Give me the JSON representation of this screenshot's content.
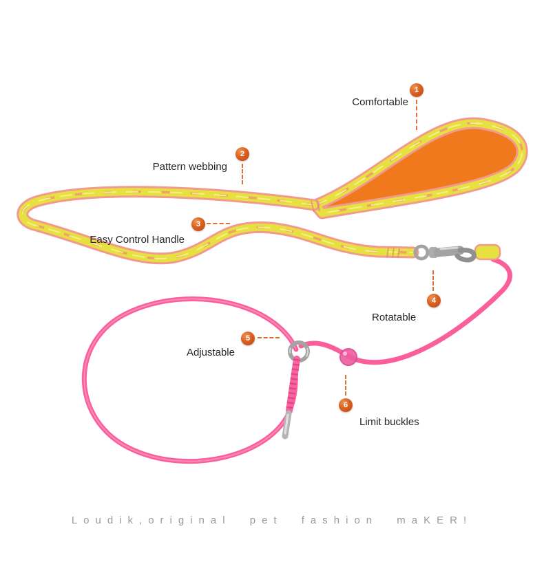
{
  "illustration": {
    "description": "Pet leash with patterned webbing handle and pink rope slip collar",
    "colors": {
      "webbing_yellow": "#e7e041",
      "webbing_pink_edge": "#f29a8e",
      "handle_pad_orange": "#f0791d",
      "rope_pink": "#fb5f9b",
      "metal_gray": "#a3a3a3",
      "bead_pink": "#ee5fa0",
      "callout_orange": "#dd6f33"
    }
  },
  "annotations": [
    {
      "number": "1",
      "label": "Comfortable"
    },
    {
      "number": "2",
      "label": "Pattern webbing"
    },
    {
      "number": "3",
      "label": "Easy Control Handle"
    },
    {
      "number": "4",
      "label": "Rotatable"
    },
    {
      "number": "5",
      "label": "Adjustable"
    },
    {
      "number": "6",
      "label": "Limit buckles"
    }
  ],
  "tagline": "Loudik,original pet fashion maKER!"
}
